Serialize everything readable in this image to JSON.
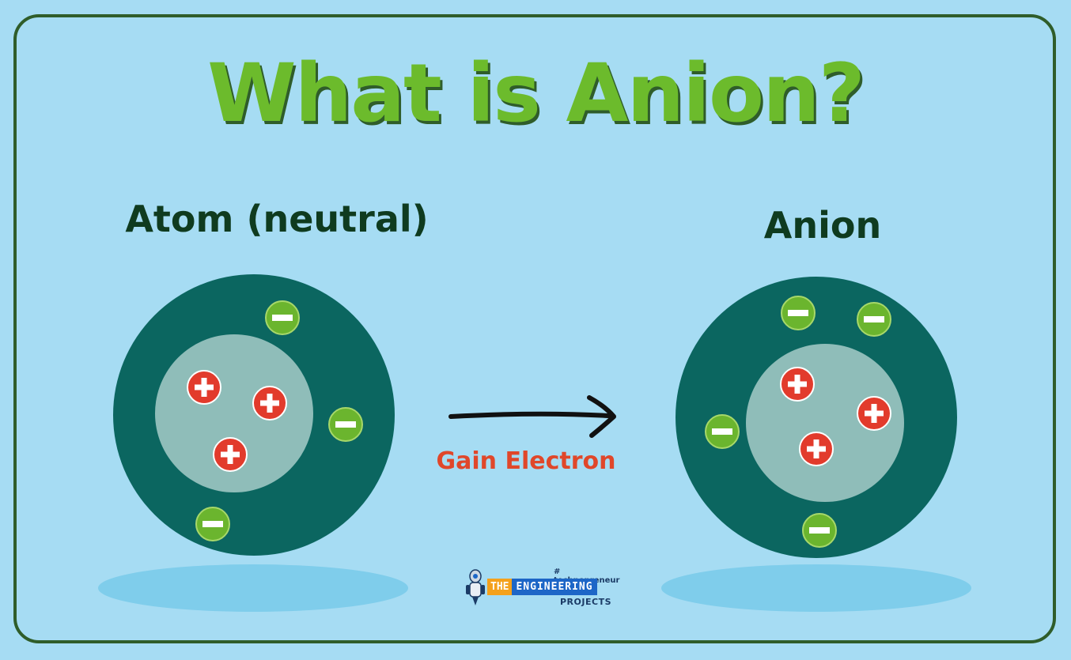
{
  "title": "What is Anion?",
  "left_label": "Atom (neutral)",
  "right_label": "Anion",
  "arrow_label": "Gain Electron",
  "logo": {
    "tagline": "# technopreneur",
    "the": "THE",
    "engineering": "ENGINEERING",
    "projects": "PROJECTS"
  },
  "colors": {
    "background": "#a6dcf3",
    "frame": "#2f5d2a",
    "title": "#6cbb2c",
    "shell": "#0b6660",
    "nucleus": "#8fbdb9",
    "proton": "#e23b2c",
    "electron": "#6bb52e",
    "arrow_text": "#e0472a"
  },
  "atoms": [
    {
      "name": "neutral-atom",
      "protons": 3,
      "electrons": 3
    },
    {
      "name": "anion",
      "protons": 3,
      "electrons": 4
    }
  ]
}
